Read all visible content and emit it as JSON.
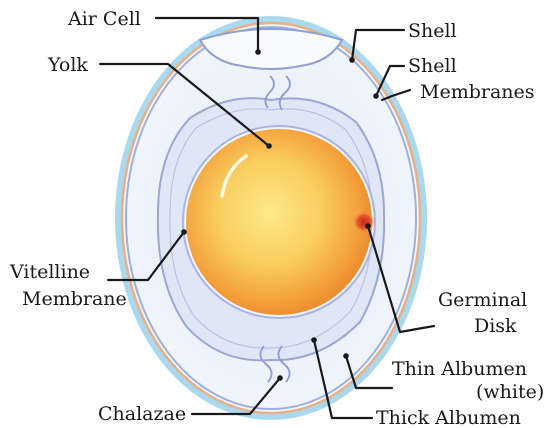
{
  "labels": {
    "air_cell": "Air Cell",
    "yolk": "Yolk",
    "shell": "Shell",
    "shell_membranes_1": "Shell",
    "shell_membranes_2": "Membranes",
    "vitelline_1": "Vitelline",
    "vitelline_2": "Membrane",
    "germinal_1": "Germinal",
    "germinal_2": "Disk",
    "thin_albumen_1": "Thin Albumen",
    "thin_albumen_2": "(white)",
    "chalazae": "Chalazae",
    "thick_albumen": "Thick Albumen"
  },
  "colors": {
    "shell": "#a9d7ec",
    "shell_membrane": "#e8b48a",
    "albumen_thin": "#eef3fb",
    "albumen_thick": "#dde6f6",
    "albumen_outline": "#9aa6d6",
    "yolk_core": "#fbe27a",
    "yolk_mid": "#f7b44e",
    "yolk_edge": "#ee8a2c",
    "germinal_disk": "#d6402a",
    "leader": "#1a1a1a"
  }
}
